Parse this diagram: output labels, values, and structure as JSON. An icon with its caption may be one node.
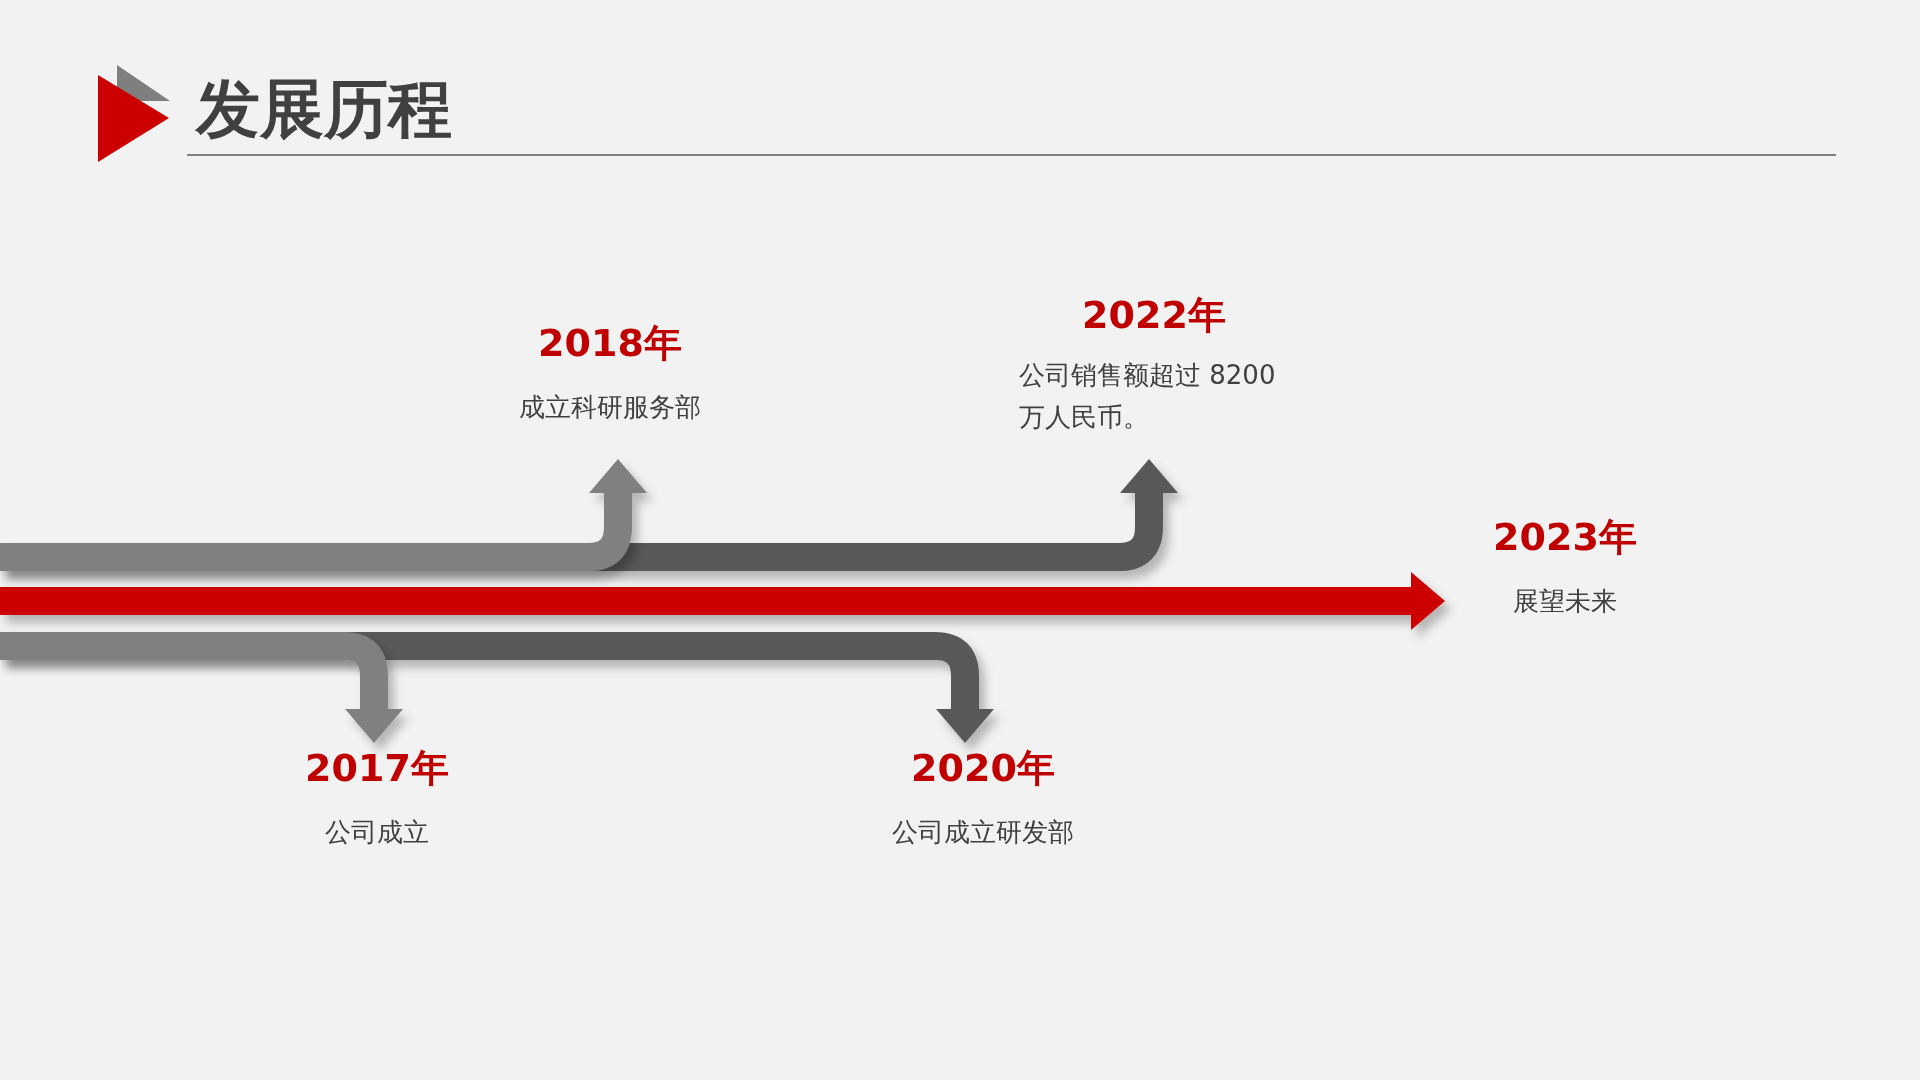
{
  "diagram": {
    "title": "发展历程",
    "nodes": [
      {
        "text": [
          "2017年",
          "公司成立"
        ]
      },
      {
        "text": [
          "2018年",
          "成立科研服务部"
        ]
      },
      {
        "text": [
          "2020年",
          "公司成立研发部"
        ]
      },
      {
        "text": [
          "2022年",
          "公司销售额超过 8200 万人民币。"
        ]
      },
      {
        "text": [
          "2023年",
          "展望未来"
        ]
      }
    ],
    "edges": [
      {
        "from": null,
        "to": 3,
        "arrow": "to",
        "color": "#595959"
      },
      {
        "from": null,
        "to": 1,
        "arrow": "to",
        "color": "#808080"
      },
      {
        "from": null,
        "to": 4,
        "arrow": "to",
        "color": "#cc0000"
      },
      {
        "from": null,
        "to": 2,
        "arrow": "to",
        "color": "#595959"
      },
      {
        "from": null,
        "to": 0,
        "arrow": "to",
        "color": "#808080"
      }
    ]
  }
}
